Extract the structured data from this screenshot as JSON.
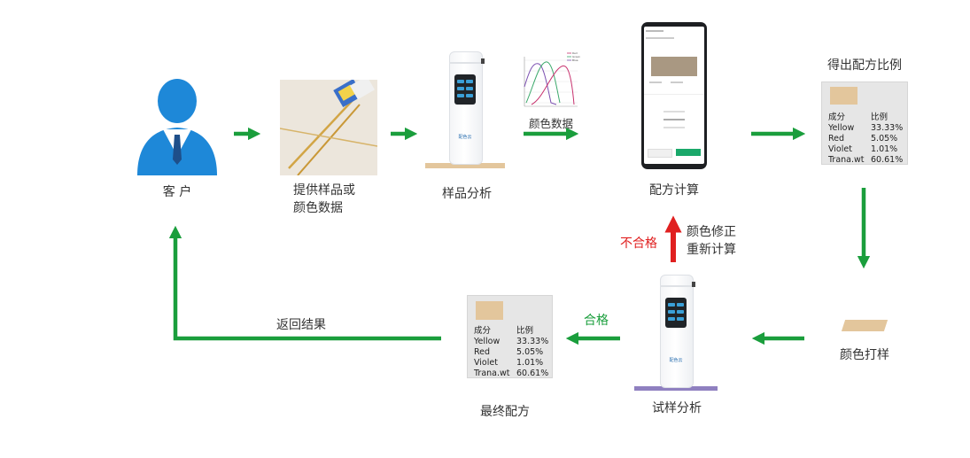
{
  "nodes": {
    "customer": "客 户",
    "provide_sample": [
      "提供样品或",
      "颜色数据"
    ],
    "sample_analysis": "样品分析",
    "color_data": "颜色数据",
    "formula_calc": "配方计算",
    "formula_ratio": "得出配方比例",
    "color_proof": "颜色打样",
    "trial_analysis": "试样分析",
    "final_formula": "最终配方",
    "return_result": "返回结果"
  },
  "flow_labels": {
    "qualified": "合格",
    "unqualified": "不合格",
    "color_correct": [
      "颜色修正",
      "重新计算"
    ]
  },
  "formula_table": {
    "header": [
      "成分",
      "比例"
    ],
    "rows": [
      [
        "Yellow",
        "33.33%"
      ],
      [
        "Red",
        "5.05%"
      ],
      [
        "Violet",
        "1.01%"
      ],
      [
        "Trana.wt",
        "60.61%"
      ]
    ]
  },
  "device_brand": "配色云",
  "chart_data": {
    "type": "line",
    "series": [
      {
        "name": "Red",
        "color": "#c8326e"
      },
      {
        "name": "Green",
        "color": "#3aa86a"
      },
      {
        "name": "Blue",
        "color": "#7b4fb0"
      }
    ]
  },
  "colors": {
    "arrow_green": "#1a9e3c",
    "arrow_red": "#e02020",
    "swatch": "#e3c69c",
    "person_blue": "#1e88d8"
  }
}
